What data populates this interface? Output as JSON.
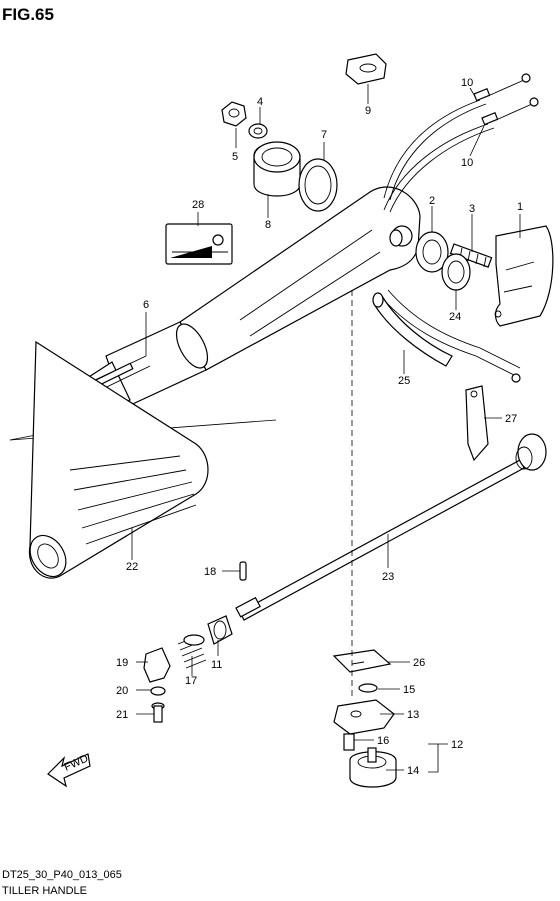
{
  "figure": {
    "title": "FIG.65"
  },
  "footer": {
    "code": "DT25_30_P40_013_065",
    "name": "TILLER HANDLE"
  },
  "direction_marker": {
    "label": "FWD",
    "icon": "arrow-forward-icon"
  },
  "callouts": [
    {
      "id": "c1",
      "num": "1"
    },
    {
      "id": "c2",
      "num": "2"
    },
    {
      "id": "c3",
      "num": "3"
    },
    {
      "id": "c4",
      "num": "4"
    },
    {
      "id": "c5",
      "num": "5"
    },
    {
      "id": "c6",
      "num": "6"
    },
    {
      "id": "c7",
      "num": "7"
    },
    {
      "id": "c8",
      "num": "8"
    },
    {
      "id": "c9",
      "num": "9"
    },
    {
      "id": "c10a",
      "num": "10"
    },
    {
      "id": "c10b",
      "num": "10"
    },
    {
      "id": "c11",
      "num": "11"
    },
    {
      "id": "c12",
      "num": "12"
    },
    {
      "id": "c13",
      "num": "13"
    },
    {
      "id": "c14",
      "num": "14"
    },
    {
      "id": "c15",
      "num": "15"
    },
    {
      "id": "c16",
      "num": "16"
    },
    {
      "id": "c17",
      "num": "17"
    },
    {
      "id": "c18",
      "num": "18"
    },
    {
      "id": "c19",
      "num": "19"
    },
    {
      "id": "c20",
      "num": "20"
    },
    {
      "id": "c21",
      "num": "21"
    },
    {
      "id": "c22",
      "num": "22"
    },
    {
      "id": "c23",
      "num": "23"
    },
    {
      "id": "c24",
      "num": "24"
    },
    {
      "id": "c25",
      "num": "25"
    },
    {
      "id": "c26",
      "num": "26"
    },
    {
      "id": "c27",
      "num": "27"
    },
    {
      "id": "c28",
      "num": "28"
    }
  ]
}
